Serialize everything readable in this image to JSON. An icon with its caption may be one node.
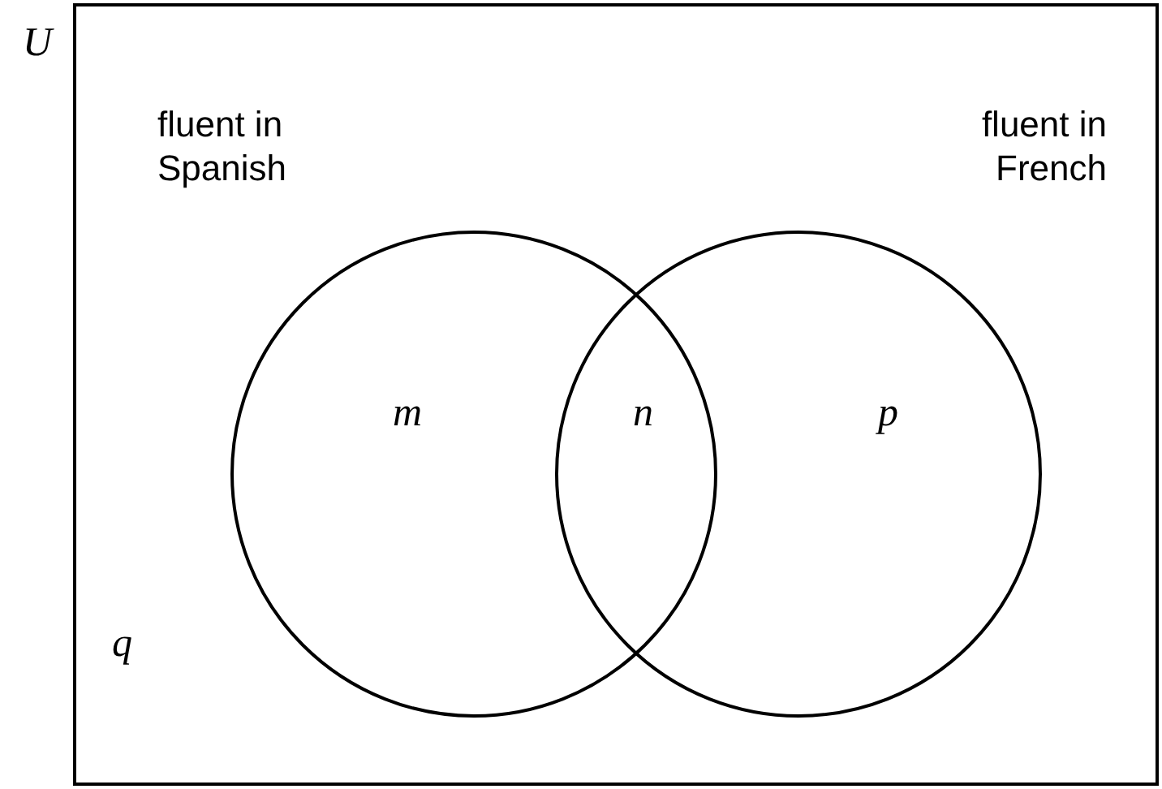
{
  "diagram": {
    "nodes": [
      {
        "text": [
          "U"
        ]
      },
      {
        "text": [
          "fluent in Spanish"
        ],
        "in": 0
      },
      {
        "text": [
          "fluent in French"
        ],
        "in": 0
      }
    ],
    "labels": [
      "m",
      "n",
      "p",
      "q"
    ]
  }
}
